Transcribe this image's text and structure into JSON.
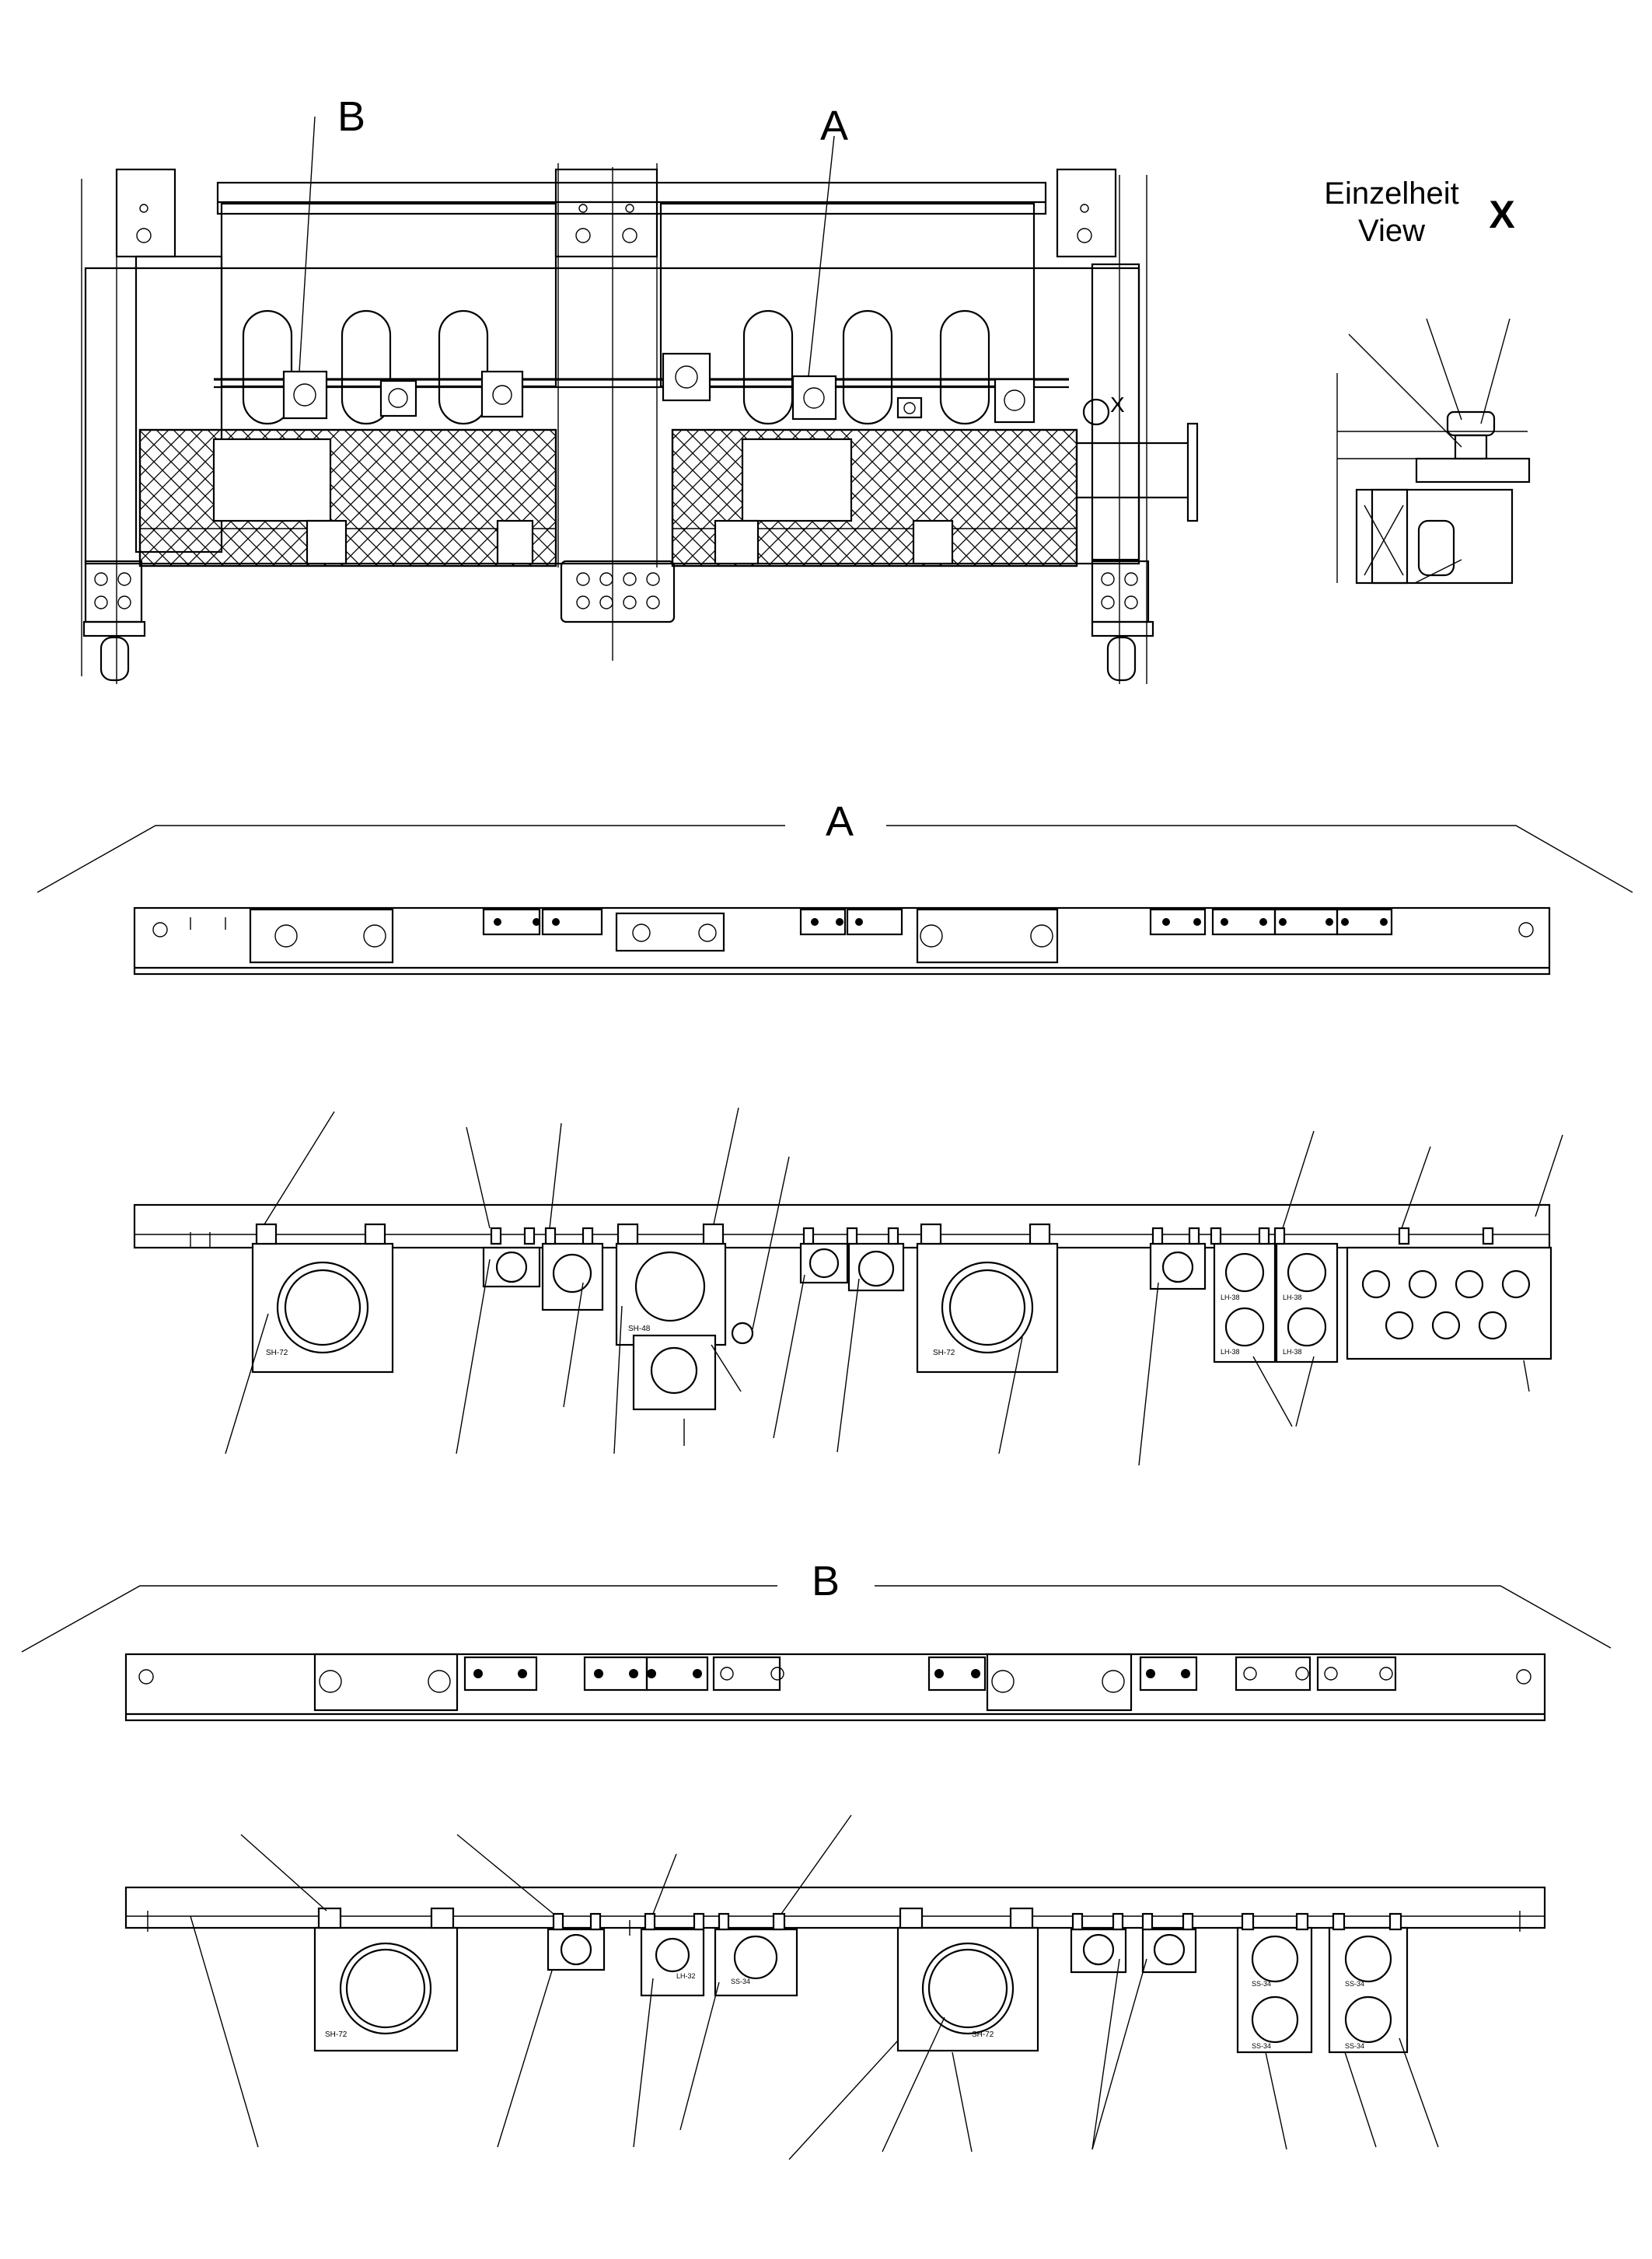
{
  "labels": {
    "view_a_callout": "A",
    "view_b_callout": "B",
    "detail_x_callout": "X",
    "detail_title_de": "Einzelheit",
    "detail_title_en": "View",
    "detail_title_mark": "X",
    "section_a_title": "A",
    "section_b_title": "B"
  },
  "clamp_marks": {
    "lh38": "LH-38",
    "ss34": "SS-34",
    "sh72": "SH-72",
    "sh48": "SH-48",
    "lh32": "LH-32"
  }
}
